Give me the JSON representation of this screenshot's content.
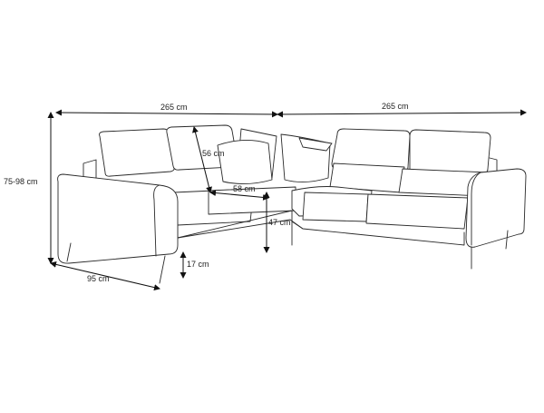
{
  "diagram": {
    "dimensions": {
      "width_left": "265 cm",
      "width_right": "265 cm",
      "height_total": "75-98 cm",
      "depth": "95 cm",
      "backrest_height": "56 cm",
      "seat_depth": "58 cm",
      "seat_height": "47 cm",
      "leg_height": "17 cm"
    }
  }
}
